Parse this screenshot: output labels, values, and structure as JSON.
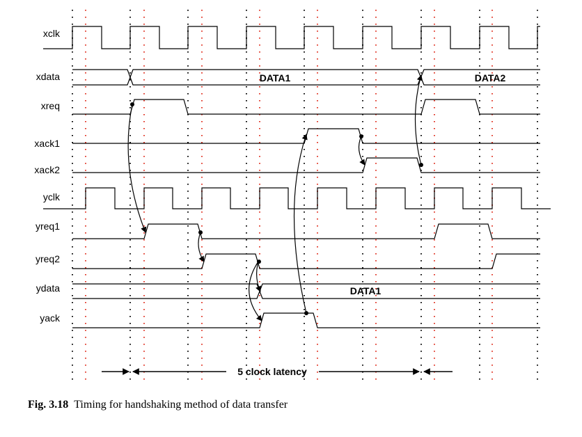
{
  "signals": [
    {
      "id": "xclk",
      "label": "xclk"
    },
    {
      "id": "xdata",
      "label": "xdata"
    },
    {
      "id": "xreq",
      "label": "xreq"
    },
    {
      "id": "xack1",
      "label": "xack1"
    },
    {
      "id": "xack2",
      "label": "xack2"
    },
    {
      "id": "yclk",
      "label": "yclk"
    },
    {
      "id": "yreq1",
      "label": "yreq1"
    },
    {
      "id": "yreq2",
      "label": "yreq2"
    },
    {
      "id": "ydata",
      "label": "ydata"
    },
    {
      "id": "yack",
      "label": "yack"
    }
  ],
  "data_values": {
    "xdata_first": "DATA1",
    "xdata_second": "DATA2",
    "ydata": "DATA1"
  },
  "latency_label": "5 clock latency",
  "caption": {
    "number": "Fig. 3.18",
    "text": "Timing for handshaking method of data transfer"
  },
  "colors": {
    "trace": "#000000",
    "xclk_guides": "#000000",
    "yclk_guides": "#e03020"
  }
}
